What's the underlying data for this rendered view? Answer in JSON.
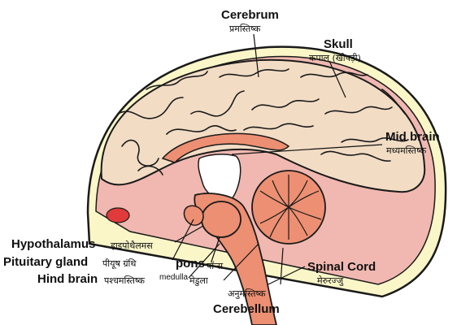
{
  "diagram": {
    "cerebrum": {
      "en": "Cerebrum",
      "hi": "प्रमस्तिष्क"
    },
    "skull": {
      "en": "Skull",
      "hi": "कपाल (खोपड़ी)"
    },
    "mid_brain": {
      "en": "Mid brain",
      "hi": "मध्यमस्तिष्क"
    },
    "hypothalamus": {
      "en": "Hypothalamus",
      "hi": "हाइपोथैलमस"
    },
    "pituitary": {
      "en": "Pituitary gland",
      "hi": "पीयूष ग्रंथि"
    },
    "pons": {
      "en": "pons",
      "hi": "पॉन्स"
    },
    "hind_brain": {
      "en": "Hind brain",
      "hi": "पश्चमस्तिष्क"
    },
    "medulla": {
      "en": "medulla",
      "hi": "मेडुला"
    },
    "spinal_cord": {
      "en": "Spinal Cord",
      "hi": "मेरुरज्जु"
    },
    "cerebellum": {
      "en": "Cerebellum",
      "hi": "अनुमस्तिष्क"
    },
    "colors": {
      "outline": "#1a1a1a",
      "skull_fill": "#faf6c8",
      "cerebrum_fill": "#f2dcc4",
      "inner_fill": "#f0b8b0",
      "brainstem_fill": "#ec8f72",
      "ventricle_fill": "#ffffff",
      "lesion_fill": "#e03a3a"
    }
  }
}
